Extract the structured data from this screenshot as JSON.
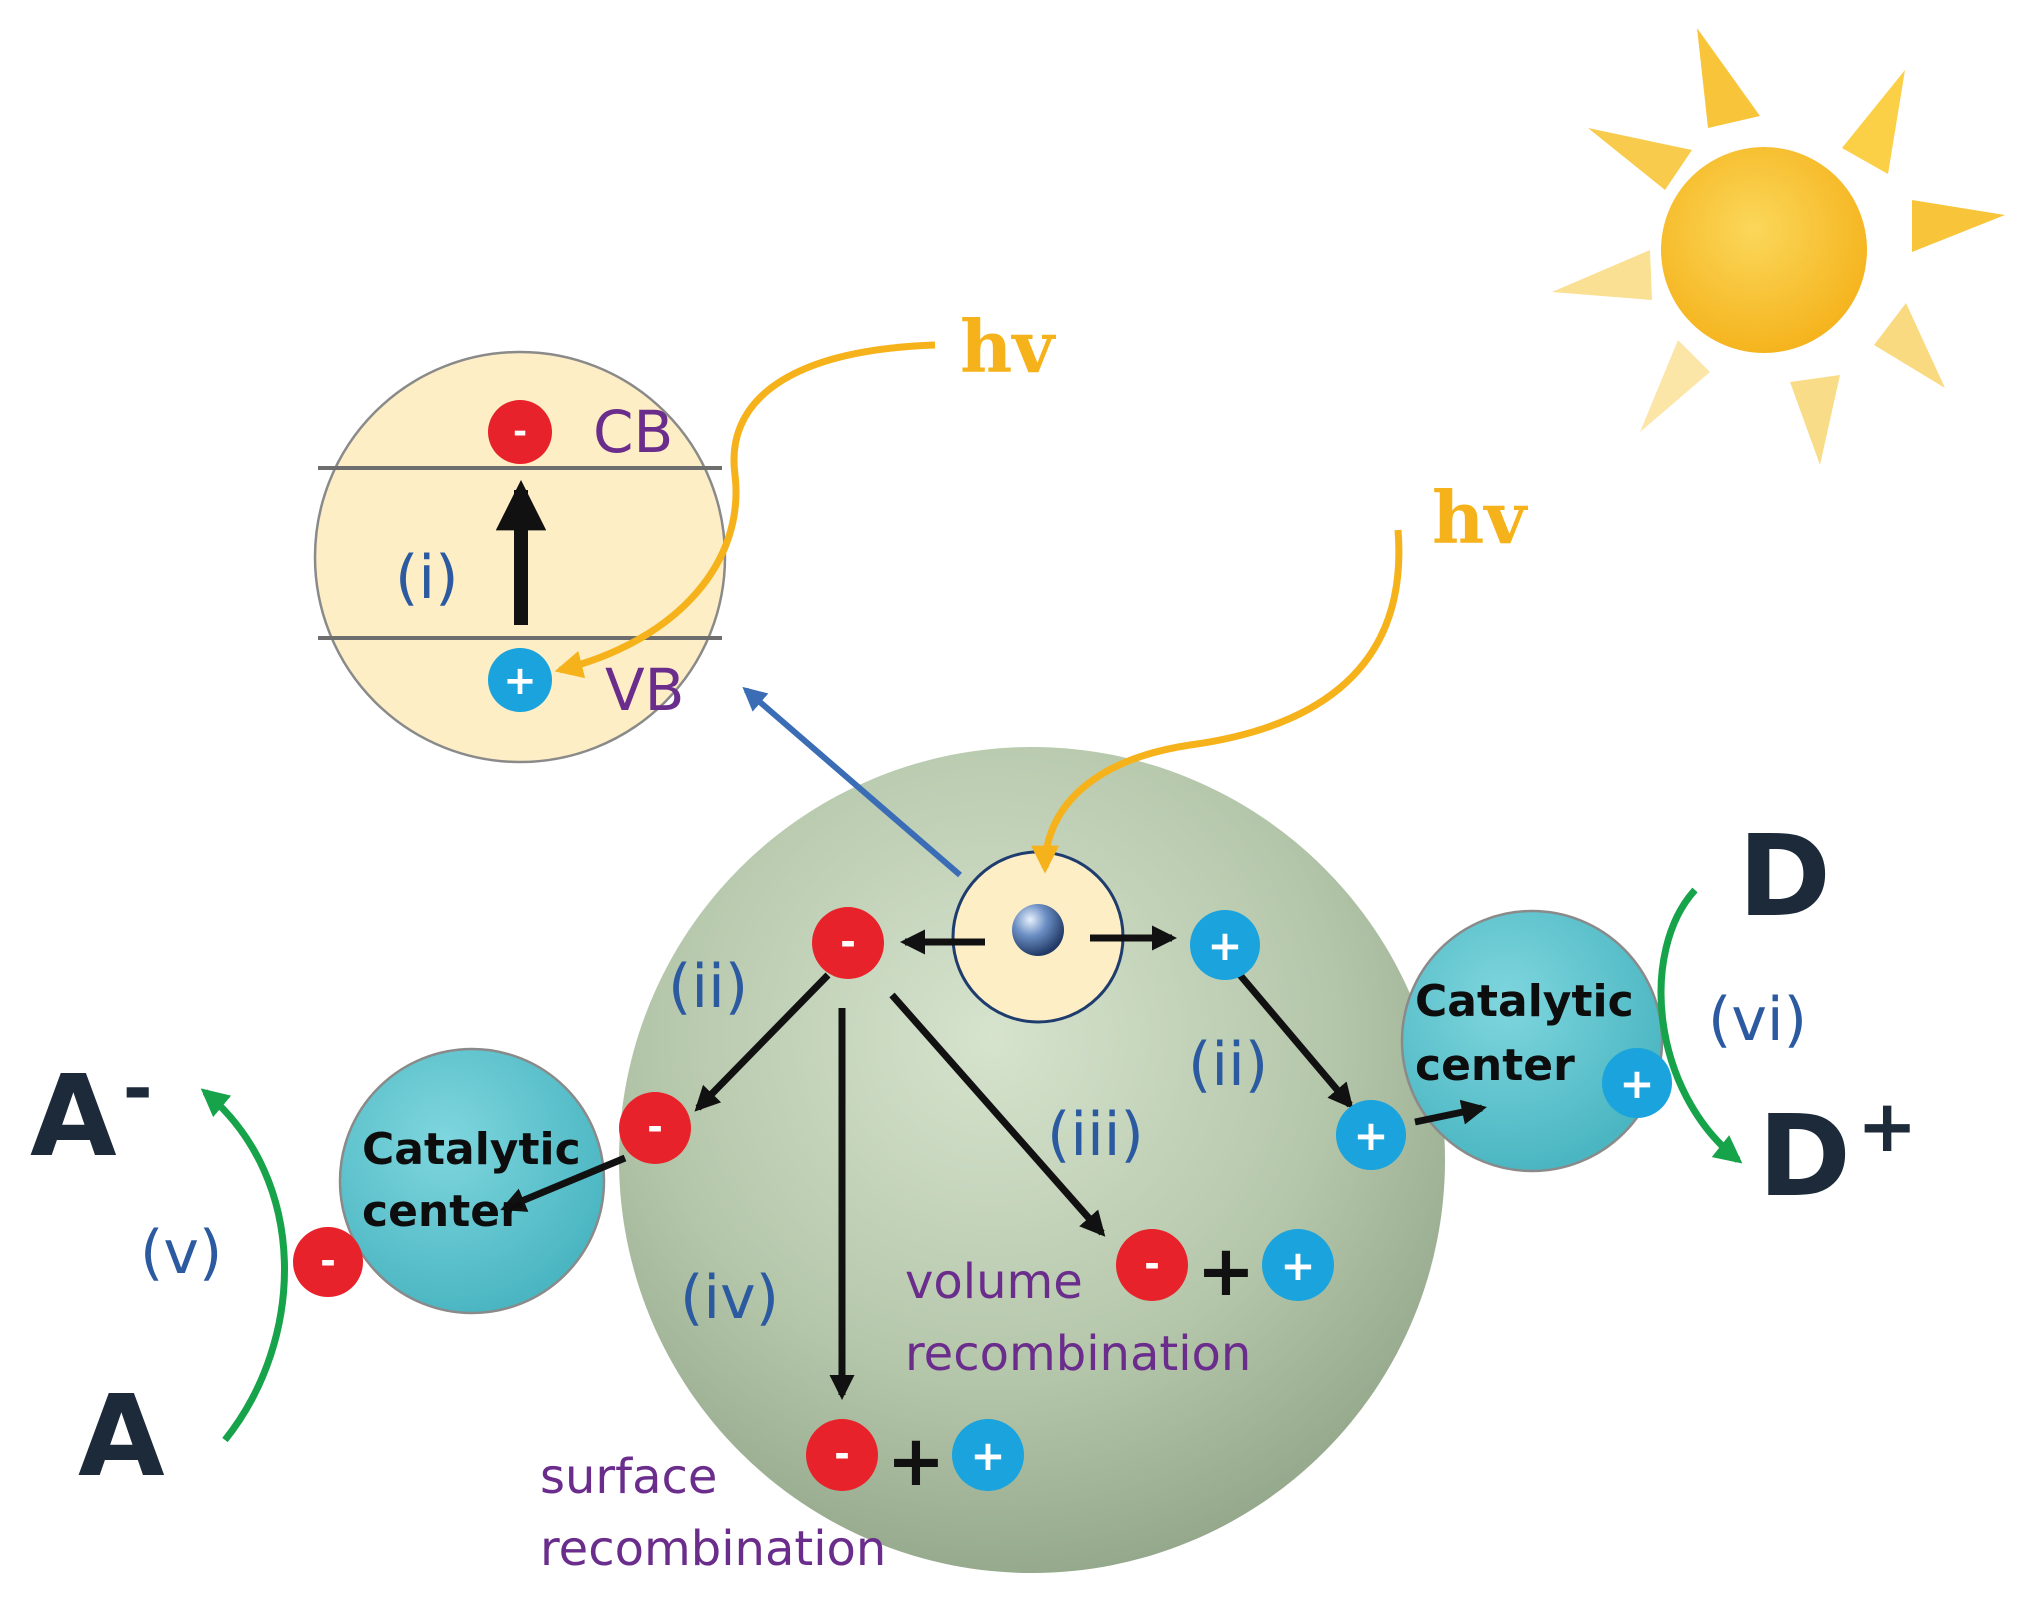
{
  "labels": {
    "hv_top": "hv",
    "hv_bottom": "hv",
    "cb": "CB",
    "vb": "VB",
    "step_i": "(i)",
    "step_ii_left": "(ii)",
    "step_ii_right": "(ii)",
    "step_iii": "(iii)",
    "step_iv": "(iv)",
    "step_v": "(v)",
    "step_vi": "(vi)",
    "catalytic_left_line1": "Catalytic",
    "catalytic_left_line2": "center",
    "catalytic_right_line1": "Catalytic",
    "catalytic_right_line2": "center",
    "volume_line1": "volume",
    "volume_line2": "recombination",
    "surface_line1": "surface",
    "surface_line2": "recombination",
    "a_minus": "A",
    "a_minus_sup": "-",
    "a": "A",
    "d": "D",
    "d_plus": "D",
    "d_plus_sup": "+",
    "plus_sign": "+",
    "electron_sign": "-",
    "hole_sign": "+"
  },
  "colors": {
    "electron": "#e8222a",
    "hole": "#1aa3dc",
    "label_blue": "#2c5aa0",
    "label_purple": "#6b2d8c",
    "light_orange": "#f6b21a",
    "green_arrow": "#16a34a",
    "catalytic": "#5ec4cf",
    "particle": "#a9bd9f",
    "band_panel": "#fdeec6",
    "sun": "#f8c53a"
  },
  "icons": [
    "sun-icon",
    "electron-icon",
    "hole-icon",
    "excited-particle-icon"
  ]
}
